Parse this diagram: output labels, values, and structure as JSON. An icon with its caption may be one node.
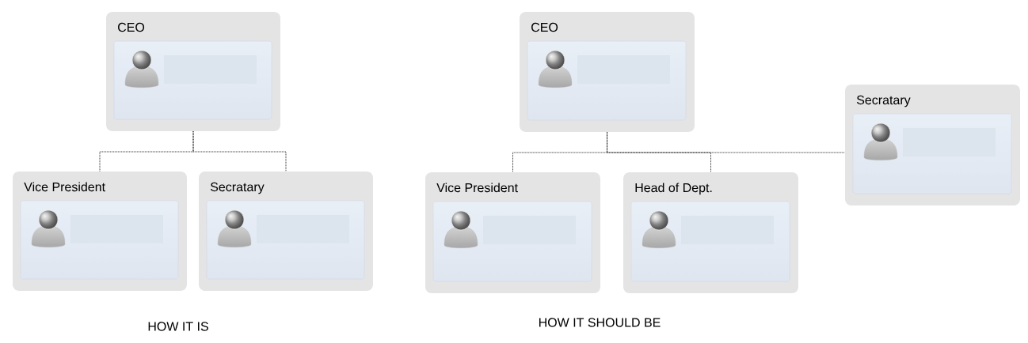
{
  "diagram": {
    "nodes": [
      {
        "text": [
          "CEO"
        ]
      },
      {
        "text": [
          "Vice President"
        ]
      },
      {
        "text": [
          "Secratary"
        ]
      },
      {
        "text": [
          "CEO"
        ]
      },
      {
        "text": [
          "Secratary"
        ]
      },
      {
        "text": [
          "Vice President"
        ]
      },
      {
        "text": [
          "Head of Dept."
        ]
      }
    ],
    "edges": [
      {
        "from": 0,
        "to": 1,
        "arrow": "none"
      },
      {
        "from": 0,
        "to": 2,
        "arrow": "none"
      },
      {
        "from": 3,
        "to": 5,
        "arrow": "none"
      },
      {
        "from": 3,
        "to": 6,
        "arrow": "none"
      },
      {
        "from": 3,
        "to": 4,
        "arrow": "none"
      }
    ],
    "labels": [
      "HOW IT IS",
      "HOW IT SHOULD BE"
    ]
  }
}
